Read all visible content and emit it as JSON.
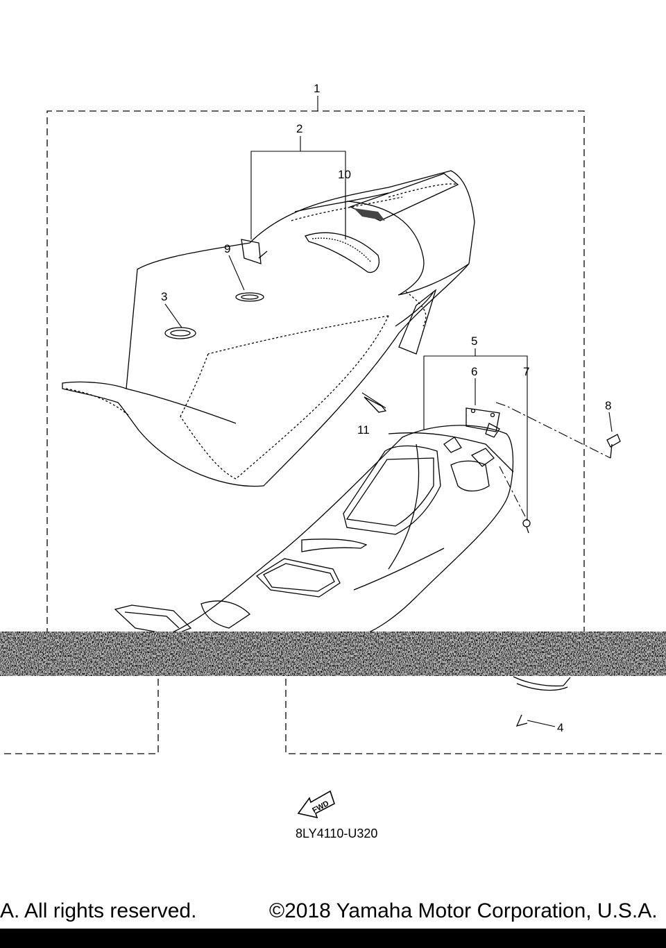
{
  "callouts": {
    "c1": "1",
    "c2": "2",
    "c3": "3",
    "c4": "4",
    "c5": "5",
    "c6": "6",
    "c7": "7",
    "c8": "8",
    "c9": "9",
    "c10": "10",
    "c11": "11"
  },
  "fwd_label": "FWD",
  "part_code": "8LY4110-U320",
  "footer": {
    "left_text": "A. All rights reserved.",
    "right_text": "©2018 Yamaha Motor Corporation, U.S.A."
  }
}
